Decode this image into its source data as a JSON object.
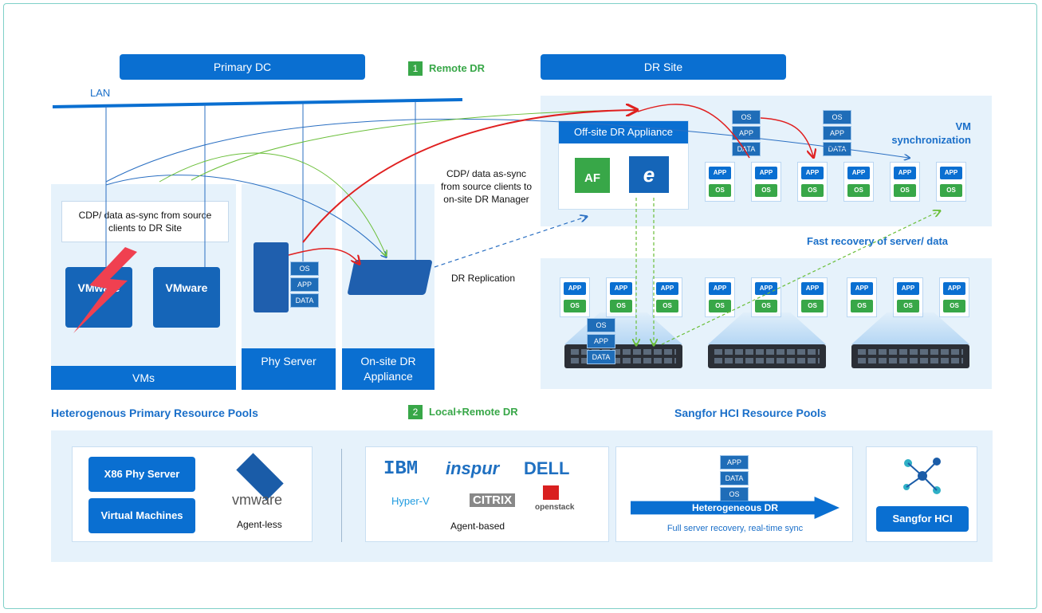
{
  "header": {
    "primary_dc": "Primary DC",
    "remote_dr_num": "1",
    "remote_dr": "Remote DR",
    "dr_site": "DR Site",
    "lan": "LAN"
  },
  "primary": {
    "cdp_box": "CDP/ data as-sync from source clients to DR Site",
    "vmware_1": "VMware",
    "vmware_2": "VMware",
    "vms_label": "VMs",
    "phy_label": "Phy Server",
    "onsite_label": "On-site DR Appliance",
    "stack": [
      "OS",
      "APP",
      "DATA"
    ]
  },
  "middle": {
    "cdp_text": "CDP/ data as-sync from source clients to on-site DR Manager",
    "replication": "DR Replication"
  },
  "dr": {
    "offsite_title": "Off-site DR Appliance",
    "af": "AF",
    "e_icon": "e",
    "vm_sync": "VM synchronization",
    "stack": [
      "OS",
      "APP",
      "DATA"
    ],
    "chip_app": "APP",
    "chip_os": "OS",
    "fast_recovery": "Fast recovery of server/ data"
  },
  "section": {
    "hetero_title": "Heterogenous Primary Resource Pools",
    "local_num": "2",
    "local_remote": "Local+Remote DR",
    "hci_title": "Sangfor HCI Resource Pools"
  },
  "bottom": {
    "x86": "X86 Phy Server",
    "vms": "Virtual Machines",
    "vmware_logo": "vmware",
    "agentless": "Agent-less",
    "ibm": "IBM",
    "inspur": "inspur",
    "dell": "DELL",
    "hyperv": "Hyper-V",
    "citrix": "CITRIX",
    "openstack": "openstack",
    "agent_based": "Agent-based",
    "stack": [
      "APP",
      "DATA",
      "OS"
    ],
    "hetero_dr": "Heterogeneous DR",
    "full_recovery": "Full server recovery, real-time sync",
    "sangfor_hci": "Sangfor HCI"
  },
  "colors": {
    "blue": "#0a6fd1",
    "green": "#38a748",
    "red": "#e02020",
    "panel": "#e6f2fb"
  }
}
